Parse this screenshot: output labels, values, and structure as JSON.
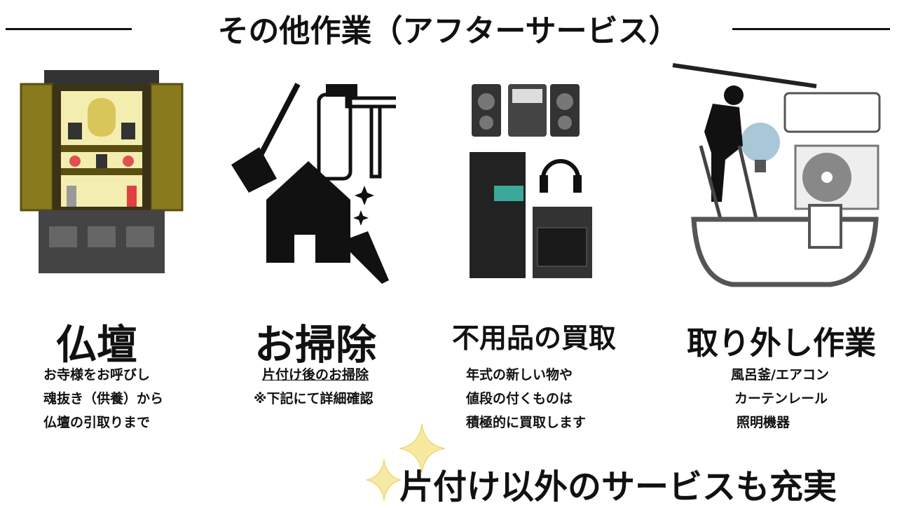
{
  "header": {
    "title": "その他作業（アフターサービス）"
  },
  "services": [
    {
      "heading": "仏壇",
      "lines": [
        "お寺様をお呼びし",
        "魂抜き（供養）から",
        "仏壇の引取りまで"
      ],
      "icon": "butsudan-icon"
    },
    {
      "heading": "お掃除",
      "lines": [
        "片付け後のお掃除",
        "※下記にて詳細確認"
      ],
      "icon": "house-cleaning-icon"
    },
    {
      "heading": "不用品の買取",
      "lines": [
        "年式の新しい物や",
        "値段の付くものは",
        "積極的に買取します"
      ],
      "icon": "appliances-icon"
    },
    {
      "heading": "取り外し作業",
      "lines": [
        "風呂釜/エアコン",
        "カーテンレール",
        "照明機器"
      ],
      "icon": "removal-work-icon"
    }
  ],
  "footer": {
    "tagline": "片付け以外のサービスも充実"
  },
  "colors": {
    "text": "#111111",
    "sparkle": "#f7e9a0",
    "gold": "#8a7a1e"
  }
}
